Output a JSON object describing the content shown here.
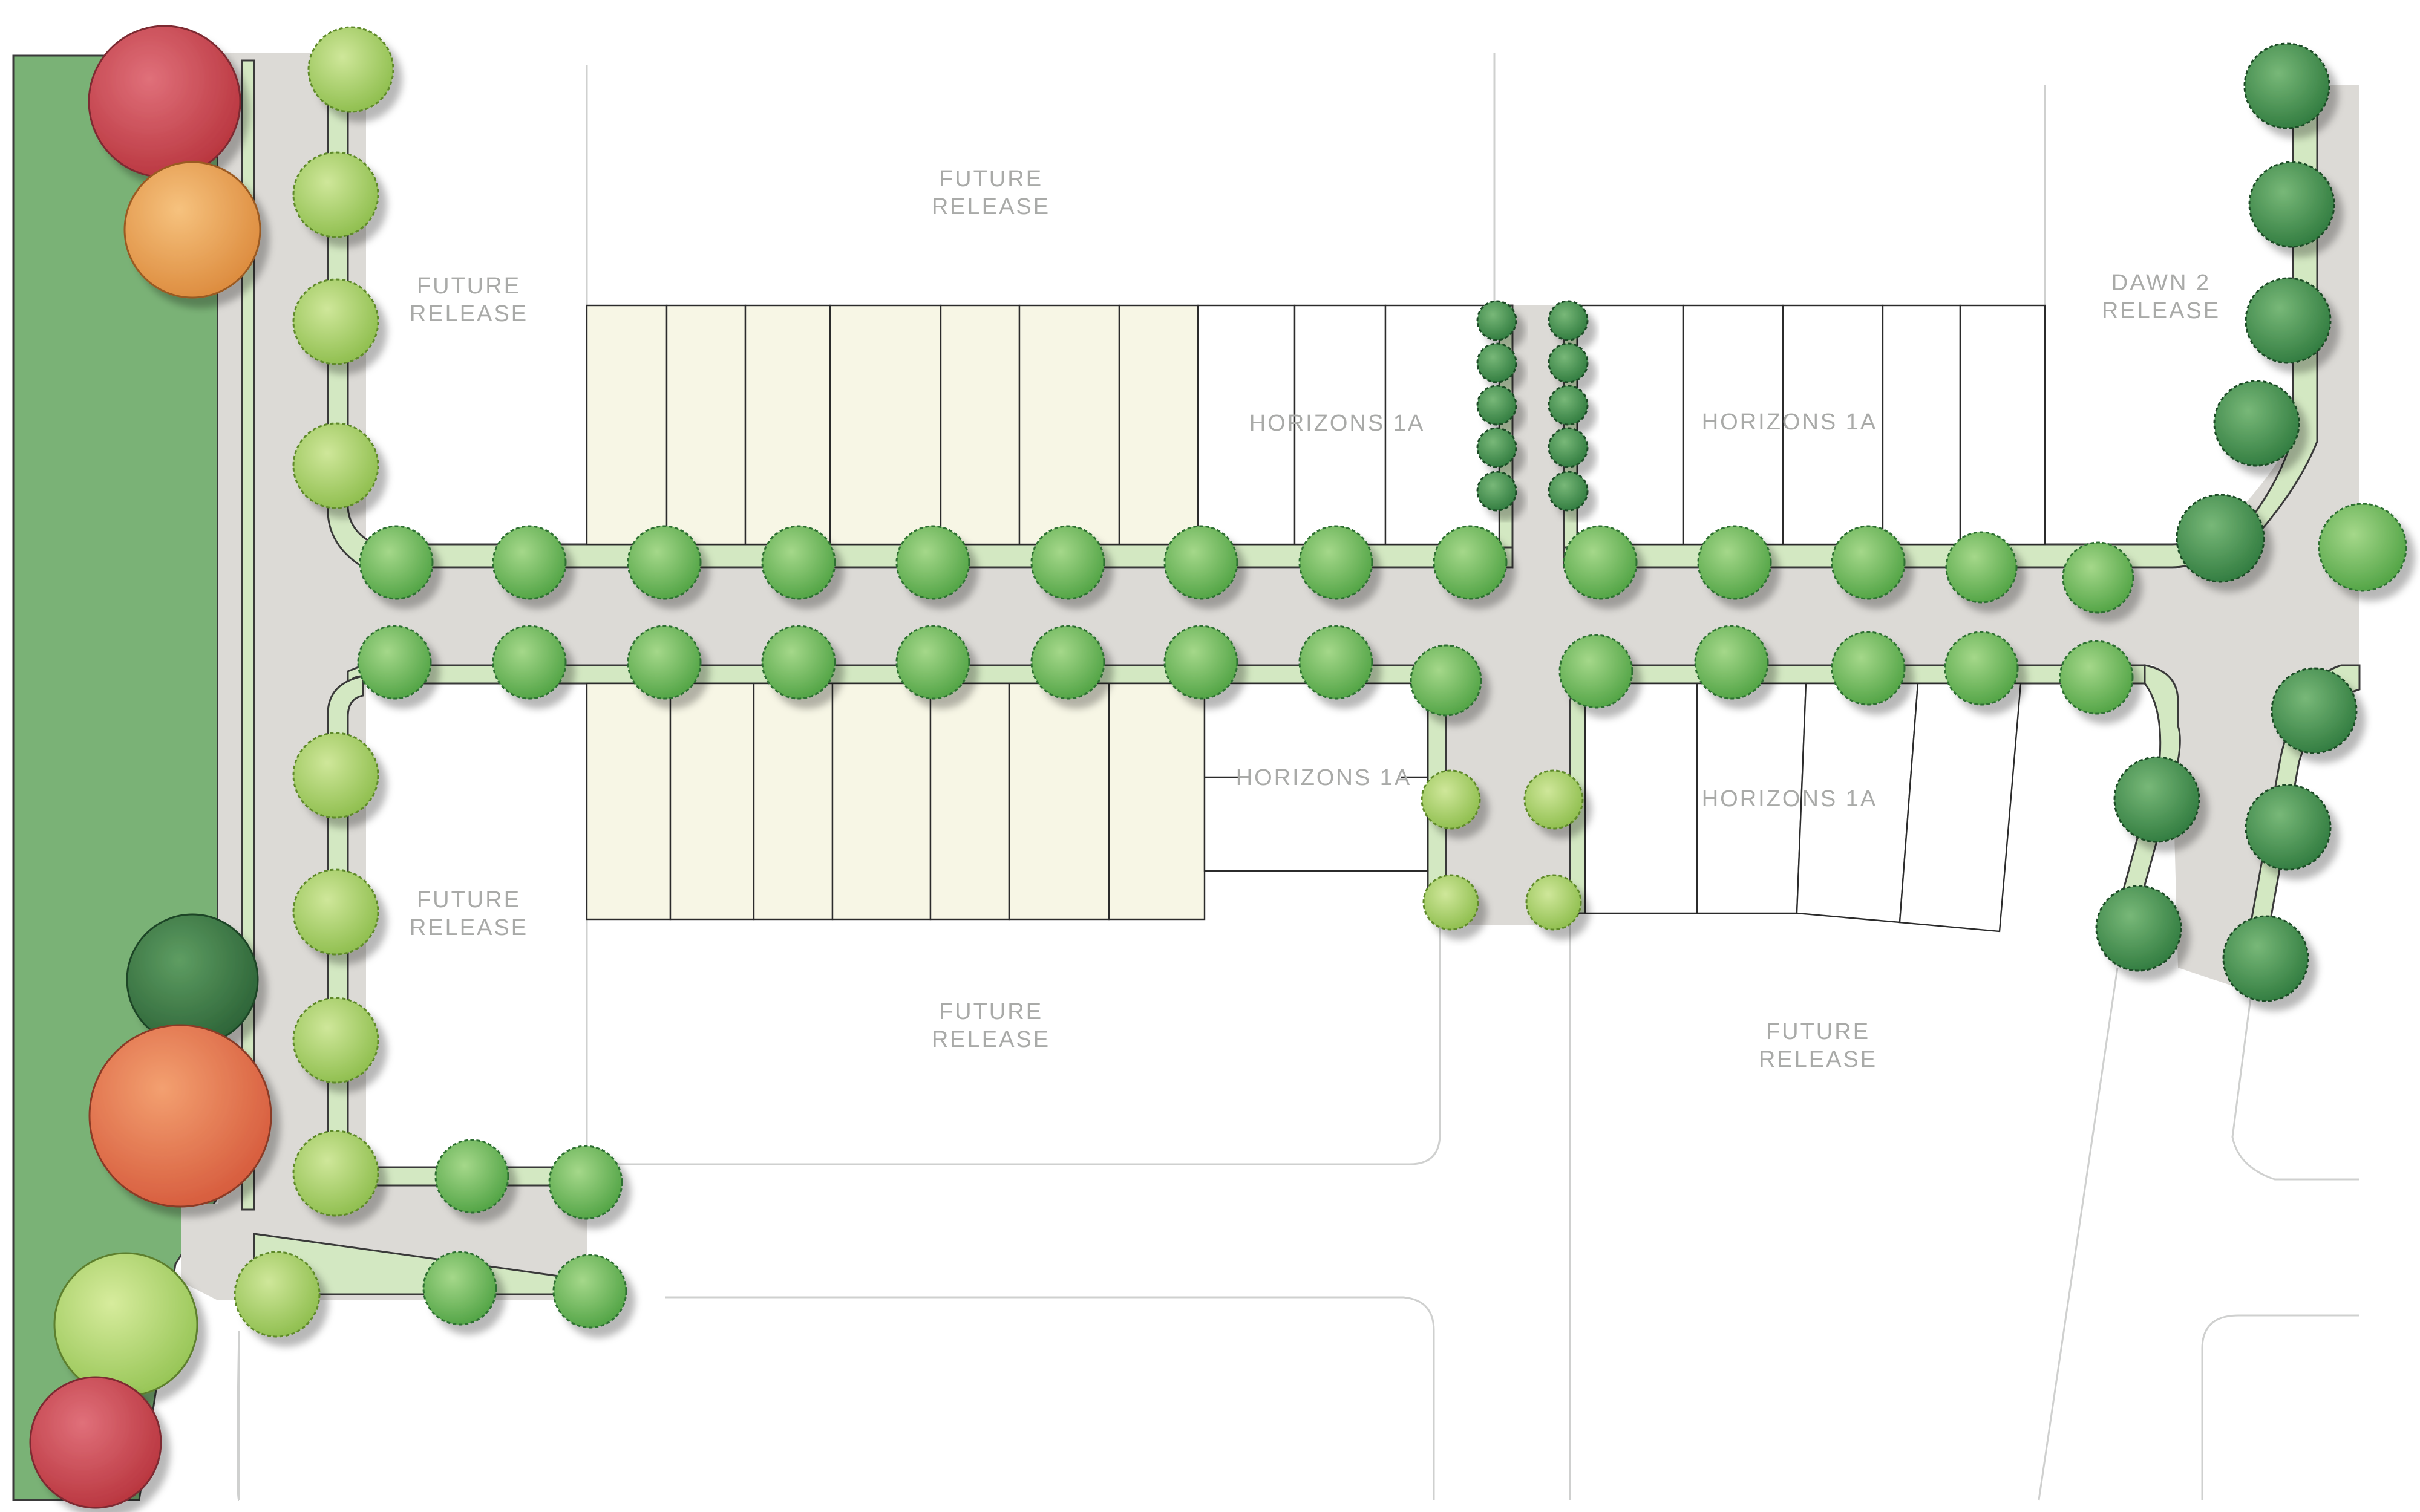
{
  "labels": {
    "future_release": "FUTURE",
    "release": "RELEASE",
    "horizons": "HORIZONS 1A",
    "dawn": "DAWN 2"
  },
  "colors": {
    "park": "#7ab276",
    "road": "#dcdad6",
    "verge": "#d3e8c2",
    "lot_highlight": "#f7f6e5",
    "tree_light": "#a9cf6a",
    "tree_mid": "#6fb85a",
    "tree_dark": "#3f8f4a",
    "feature_red": "#c9474f",
    "feature_orange": "#e8a056",
    "feature_coral": "#e57254",
    "feature_green": "#3d7a45"
  }
}
